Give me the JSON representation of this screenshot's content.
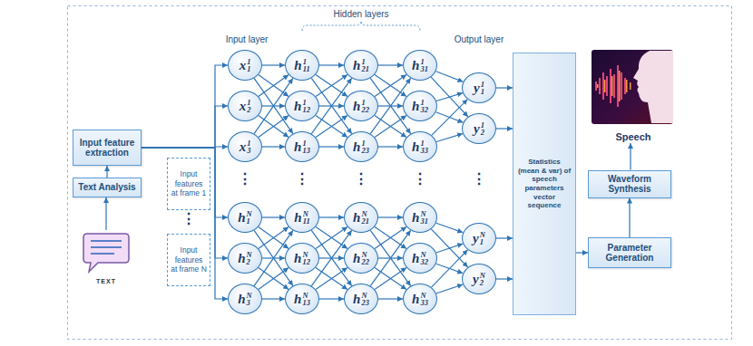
{
  "diagram": {
    "nodes": [
      {
        "text": [
          "Input feature extraction"
        ]
      },
      {
        "text": [
          "Text Analysis"
        ]
      },
      {
        "text": [
          "TEXT"
        ]
      },
      {
        "text": [
          "Input features at frame 1"
        ]
      },
      {
        "text": [
          "Input features at frame N"
        ]
      },
      {
        "text": [
          "x",
          "1",
          "1"
        ]
      },
      {
        "text": [
          "x",
          "1",
          "2"
        ]
      },
      {
        "text": [
          "x",
          "1",
          "3"
        ]
      },
      {
        "text": [
          "h",
          "N",
          "1"
        ]
      },
      {
        "text": [
          "h",
          "N",
          "2"
        ]
      },
      {
        "text": [
          "h",
          "N",
          "3"
        ]
      },
      {
        "text": [
          "h",
          "1",
          "11"
        ]
      },
      {
        "text": [
          "h",
          "1",
          "12"
        ]
      },
      {
        "text": [
          "h",
          "1",
          "13"
        ]
      },
      {
        "text": [
          "h",
          "N",
          "11"
        ]
      },
      {
        "text": [
          "h",
          "N",
          "12"
        ]
      },
      {
        "text": [
          "h",
          "N",
          "13"
        ]
      },
      {
        "text": [
          "h",
          "1",
          "21"
        ]
      },
      {
        "text": [
          "h",
          "1",
          "22"
        ]
      },
      {
        "text": [
          "h",
          "1",
          "23"
        ]
      },
      {
        "text": [
          "h",
          "N",
          "21"
        ]
      },
      {
        "text": [
          "h",
          "N",
          "22"
        ]
      },
      {
        "text": [
          "h",
          "N",
          "23"
        ]
      },
      {
        "text": [
          "h",
          "1",
          "31"
        ]
      },
      {
        "text": [
          "h",
          "1",
          "32"
        ]
      },
      {
        "text": [
          "h",
          "1",
          "33"
        ]
      },
      {
        "text": [
          "h",
          "N",
          "31"
        ]
      },
      {
        "text": [
          "h",
          "N",
          "32"
        ]
      },
      {
        "text": [
          "h",
          "N",
          "33"
        ]
      },
      {
        "text": [
          "y",
          "1",
          "1"
        ]
      },
      {
        "text": [
          "y",
          "1",
          "2"
        ]
      },
      {
        "text": [
          "y",
          "N",
          "1"
        ]
      },
      {
        "text": [
          "y",
          "N",
          "2"
        ]
      },
      {
        "text": [
          "Statistics (mean & var) of speech parameters vector sequence"
        ]
      },
      {
        "text": [
          "Speech"
        ]
      },
      {
        "text": [
          "Waveform Synthesis"
        ]
      },
      {
        "text": [
          "Parameter Generation"
        ]
      }
    ],
    "edges": [
      {
        "from": 2,
        "to": 1,
        "arrow": "to"
      },
      {
        "from": 1,
        "to": 0,
        "arrow": "to"
      },
      {
        "from": 0,
        "to": 5,
        "arrow": "to"
      },
      {
        "from": 0,
        "to": 6,
        "arrow": "to"
      },
      {
        "from": 0,
        "to": 7,
        "arrow": "to"
      },
      {
        "from": 0,
        "to": 8,
        "arrow": "to"
      },
      {
        "from": 0,
        "to": 9,
        "arrow": "to"
      },
      {
        "from": 0,
        "to": 10,
        "arrow": "to"
      },
      {
        "from": 5,
        "to": 11,
        "arrow": "to"
      },
      {
        "from": 5,
        "to": 12,
        "arrow": "to"
      },
      {
        "from": 5,
        "to": 13,
        "arrow": "to"
      },
      {
        "from": 6,
        "to": 11,
        "arrow": "to"
      },
      {
        "from": 6,
        "to": 12,
        "arrow": "to"
      },
      {
        "from": 6,
        "to": 13,
        "arrow": "to"
      },
      {
        "from": 7,
        "to": 11,
        "arrow": "to"
      },
      {
        "from": 7,
        "to": 12,
        "arrow": "to"
      },
      {
        "from": 7,
        "to": 13,
        "arrow": "to"
      },
      {
        "from": 11,
        "to": 17,
        "arrow": "to"
      },
      {
        "from": 11,
        "to": 18,
        "arrow": "to"
      },
      {
        "from": 11,
        "to": 19,
        "arrow": "to"
      },
      {
        "from": 12,
        "to": 17,
        "arrow": "to"
      },
      {
        "from": 12,
        "to": 18,
        "arrow": "to"
      },
      {
        "from": 12,
        "to": 19,
        "arrow": "to"
      },
      {
        "from": 13,
        "to": 17,
        "arrow": "to"
      },
      {
        "from": 13,
        "to": 18,
        "arrow": "to"
      },
      {
        "from": 13,
        "to": 19,
        "arrow": "to"
      },
      {
        "from": 17,
        "to": 23,
        "arrow": "to"
      },
      {
        "from": 17,
        "to": 24,
        "arrow": "to"
      },
      {
        "from": 17,
        "to": 25,
        "arrow": "to"
      },
      {
        "from": 18,
        "to": 23,
        "arrow": "to"
      },
      {
        "from": 18,
        "to": 24,
        "arrow": "to"
      },
      {
        "from": 18,
        "to": 25,
        "arrow": "to"
      },
      {
        "from": 19,
        "to": 23,
        "arrow": "to"
      },
      {
        "from": 19,
        "to": 24,
        "arrow": "to"
      },
      {
        "from": 19,
        "to": 25,
        "arrow": "to"
      },
      {
        "from": 23,
        "to": 29,
        "arrow": "to"
      },
      {
        "from": 23,
        "to": 30,
        "arrow": "to"
      },
      {
        "from": 24,
        "to": 29,
        "arrow": "to"
      },
      {
        "from": 24,
        "to": 30,
        "arrow": "to"
      },
      {
        "from": 25,
        "to": 29,
        "arrow": "to"
      },
      {
        "from": 25,
        "to": 30,
        "arrow": "to"
      },
      {
        "from": 8,
        "to": 14,
        "arrow": "to"
      },
      {
        "from": 8,
        "to": 15,
        "arrow": "to"
      },
      {
        "from": 8,
        "to": 16,
        "arrow": "to"
      },
      {
        "from": 9,
        "to": 14,
        "arrow": "to"
      },
      {
        "from": 9,
        "to": 15,
        "arrow": "to"
      },
      {
        "from": 9,
        "to": 16,
        "arrow": "to"
      },
      {
        "from": 10,
        "to": 14,
        "arrow": "to"
      },
      {
        "from": 10,
        "to": 15,
        "arrow": "to"
      },
      {
        "from": 10,
        "to": 16,
        "arrow": "to"
      },
      {
        "from": 14,
        "to": 20,
        "arrow": "to"
      },
      {
        "from": 14,
        "to": 21,
        "arrow": "to"
      },
      {
        "from": 14,
        "to": 22,
        "arrow": "to"
      },
      {
        "from": 15,
        "to": 20,
        "arrow": "to"
      },
      {
        "from": 15,
        "to": 21,
        "arrow": "to"
      },
      {
        "from": 15,
        "to": 22,
        "arrow": "to"
      },
      {
        "from": 16,
        "to": 20,
        "arrow": "to"
      },
      {
        "from": 16,
        "to": 21,
        "arrow": "to"
      },
      {
        "from": 16,
        "to": 22,
        "arrow": "to"
      },
      {
        "from": 20,
        "to": 26,
        "arrow": "to"
      },
      {
        "from": 20,
        "to": 27,
        "arrow": "to"
      },
      {
        "from": 20,
        "to": 28,
        "arrow": "to"
      },
      {
        "from": 21,
        "to": 26,
        "arrow": "to"
      },
      {
        "from": 21,
        "to": 27,
        "arrow": "to"
      },
      {
        "from": 21,
        "to": 28,
        "arrow": "to"
      },
      {
        "from": 22,
        "to": 26,
        "arrow": "to"
      },
      {
        "from": 22,
        "to": 27,
        "arrow": "to"
      },
      {
        "from": 22,
        "to": 28,
        "arrow": "to"
      },
      {
        "from": 26,
        "to": 31,
        "arrow": "to"
      },
      {
        "from": 26,
        "to": 32,
        "arrow": "to"
      },
      {
        "from": 27,
        "to": 31,
        "arrow": "to"
      },
      {
        "from": 27,
        "to": 32,
        "arrow": "to"
      },
      {
        "from": 28,
        "to": 31,
        "arrow": "to"
      },
      {
        "from": 28,
        "to": 32,
        "arrow": "to"
      },
      {
        "from": 29,
        "to": 33,
        "arrow": "to"
      },
      {
        "from": 30,
        "to": 33,
        "arrow": "to"
      },
      {
        "from": 31,
        "to": 33,
        "arrow": "to"
      },
      {
        "from": 32,
        "to": 33,
        "arrow": "to"
      },
      {
        "from": 33,
        "to": 36,
        "arrow": "to"
      },
      {
        "from": 36,
        "to": 35,
        "arrow": "to"
      },
      {
        "from": 35,
        "to": 34,
        "arrow": "to"
      }
    ],
    "labels": [
      "Input layer",
      "Hidden layers",
      "Output layer",
      "⋮",
      "⋮",
      "⋮",
      "⋮",
      "⋮",
      "⋮"
    ]
  }
}
